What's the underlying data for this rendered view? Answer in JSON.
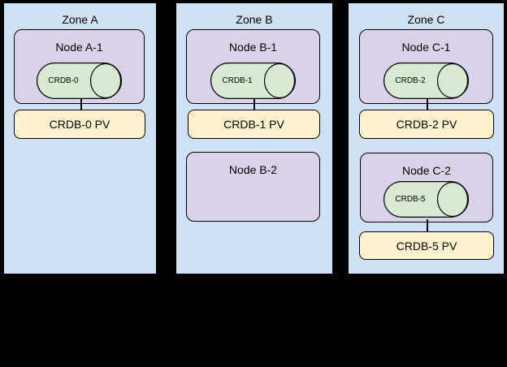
{
  "diagram": {
    "description": "Three availability zones with Kubernetes nodes, CockroachDB pods and persistent volumes"
  },
  "colors": {
    "background": "#000000",
    "zone_fill": "#cfe2f3",
    "node_fill": "#d9d2e9",
    "db_fill": "#d9ead3",
    "pv_fill": "#fff2cc",
    "border": "#000000"
  },
  "zones": [
    {
      "label": "Zone A",
      "nodes": [
        {
          "label": "Node A-1",
          "db": "CRDB-0",
          "pv": "CRDB-0 PV"
        }
      ]
    },
    {
      "label": "Zone B",
      "nodes": [
        {
          "label": "Node B-1",
          "db": "CRDB-1",
          "pv": "CRDB-1 PV"
        },
        {
          "label": "Node B-2"
        }
      ]
    },
    {
      "label": "Zone C",
      "nodes": [
        {
          "label": "Node C-1",
          "db": "CRDB-2",
          "pv": "CRDB-2 PV"
        },
        {
          "label": "Node C-2",
          "db": "CRDB-5",
          "pv": "CRDB-5 PV"
        }
      ]
    }
  ]
}
